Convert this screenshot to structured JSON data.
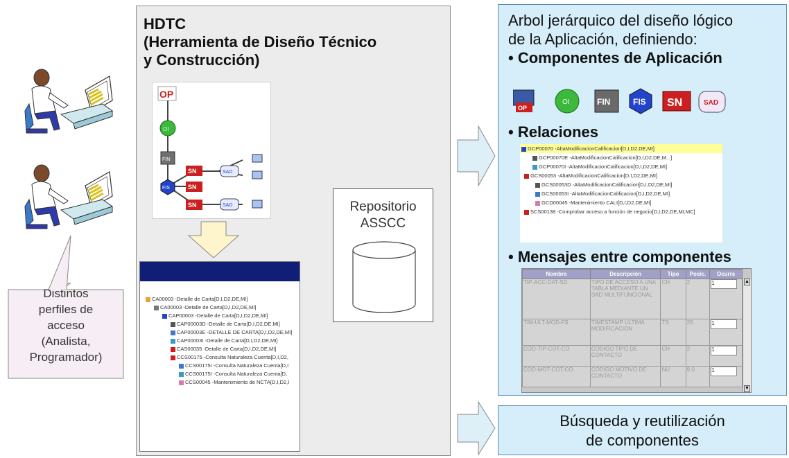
{
  "hdtc": {
    "title_line1": "HDTC",
    "title_line2": "(Herramienta de Diseño Técnico",
    "title_line3": "y Construcción)"
  },
  "tree_nodes": {
    "op": "OP",
    "oi": "OI",
    "fin": "FIN",
    "fis": "FIS",
    "sn1": "SN",
    "sn2": "SN",
    "sn3": "SN",
    "sad1": "SAD",
    "sad2": "SAD"
  },
  "screenshot_tree": [
    "CA00003 -Detalle de Carta[D,I,D2,DE,MI]",
    "CA00003 -Detalle de Carta[D,I,D2,DE,MI]",
    "CAP00003 -Detalle de Carta[D,I,D2,DE,MI]",
    "CAP00003D -Detalle de Carta[D,I,D2,DE,MI]",
    "CAP00003E -DETALLE DE CARTA[D,I,D2,DE,MI]",
    "CAP00003I -Detalle de Carta[D,I,D2,DE,MI]",
    "CAS00035 -Detalle de Carta[D,I,D2,DE,MI]",
    "CCS00175 -Consulta Naturaleza Cuenta[D,I,D2,",
    "CCS00175I -Consulta Naturaleza Cuenta[D,I",
    "CCS00175I -Consulta Naturaleza Cuenta[D,",
    "CCS00045 -Mantenimiento de NCTA[D,I,D2,I"
  ],
  "repository": {
    "line1": "Repositorio",
    "line2": "ASSCC"
  },
  "right_panel": {
    "intro_line1": "Arbol jerárquico del diseño lógico",
    "intro_line2": "de la Aplicación, definiendo:",
    "bullet1": "• Componentes de Aplicación",
    "bullet2": "• Relaciones",
    "bullet3": "• Mensajes entre componentes"
  },
  "component_icons": [
    "OP",
    "OI",
    "FIN",
    "FIS",
    "SN",
    "SAD"
  ],
  "relations_tree": [
    "GCP00070 -AltaModificacionCalificacion[D,I,D2,DE,MI]",
    "GCP00070E -AltaModificacionCalificacion[D,I,D2,DE,M...]",
    "GCP00070I -AltaModificacionCalificacion[D,I,D2,DE,MI]",
    "GCS00053 -AltaModificacionCalificacion[D,I,D2,DE,MI]",
    "GCS00053D -AltaModificacionCalificacion[D,I,D2,DE,MI]",
    "GCS00053I -AltaModificacionCalificacion[D,I,D2,DE,MI]",
    "GCD00045 -Mantenimiento CALI[D,I,D2,DE,MI]",
    "SCS00138 -Comprobar acceso a función de negocio[D,I,D2,DE,MI,MC]"
  ],
  "messages_table": {
    "headers": [
      "Nombre",
      "Descripción",
      "Tipo",
      "Posic.",
      "Ocurrs"
    ],
    "rows": [
      [
        "TIP-ACC-DAT-SD",
        "TIPO DE ACCESO A UNA TABLA MEDIANTE UN SAD MULTIFUNCIONAL",
        "CH",
        "2",
        "1"
      ],
      [
        "TIM-ULT-MOD-FS",
        "TIMESTAMP ULTIMA MODIFICACION",
        "TS",
        "26",
        "1"
      ],
      [
        "COD-TIP-COT-CO",
        "CODIGO TIPO DE CONTACTO",
        "CH",
        "2",
        "1"
      ],
      [
        "COD-MOT-COT-CO",
        "CODIGO MOTIVO DE CONTACTO",
        "NU",
        "9.0",
        "1"
      ]
    ]
  },
  "bottom_box": {
    "line1": "Búsqueda y reutilización",
    "line2": "de componentes"
  },
  "callout": {
    "line1": "Distintos",
    "line2": "perfiles de",
    "line3": "acceso",
    "line4": "(Analista,",
    "line5": "Programador)"
  },
  "colors": {
    "gray_panel": "#ececec",
    "blue_panel": "#d5eef9",
    "sn_red": "#cc1f1f",
    "oi_green": "#3cb83c",
    "fis_blue": "#2244cc",
    "header_navy": "#101e78",
    "arrow_fill": "#fff5cc",
    "right_arrow_fill": "#ddf0f8"
  }
}
